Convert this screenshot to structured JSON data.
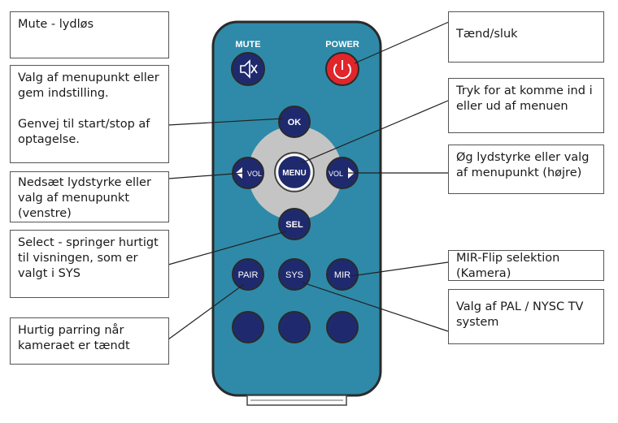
{
  "remote": {
    "labels": {
      "mute": "MUTE",
      "power": "POWER",
      "ok": "OK",
      "menu": "MENU",
      "vol_left": "VOL",
      "vol_right": "VOL",
      "sel": "SEL",
      "pair": "PAIR",
      "sys": "SYS",
      "mir": "MIR"
    },
    "colors": {
      "body": "#2e8aa8",
      "button": "#1f2a6e",
      "power": "#e0262b",
      "dpad": "#c4c4c4",
      "outline": "#2a2a2a"
    }
  },
  "callouts": {
    "mute": "Mute - lydløs",
    "power": "Tænd/sluk",
    "ok_line1": "Valg af menupunkt eller gem indstilling.",
    "ok_line2": "Genvej til start/stop af optagelse.",
    "menu": "Tryk for at komme ind i eller ud af menuen",
    "vol_down": "Nedsæt lydstyrke eller valg af menupunkt (venstre)",
    "vol_up": "Øg lydstyrke eller valg af menupunkt (højre)",
    "sel": "Select - springer hurtigt til visningen, som er valgt i SYS",
    "mir": "MIR-Flip selektion (Kamera)",
    "sys": "Valg af PAL / NYSC TV system",
    "pair": "Hurtig parring når kameraet er tændt"
  }
}
